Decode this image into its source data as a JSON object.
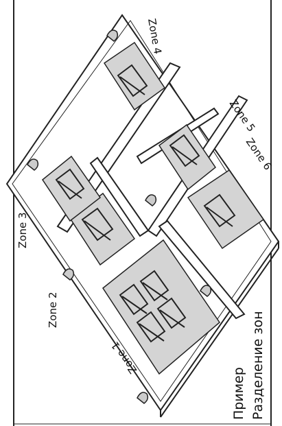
{
  "zones": [
    {
      "id": "zone1",
      "label": "Zone 1"
    },
    {
      "id": "zone2",
      "label": "Zone 2"
    },
    {
      "id": "zone3",
      "label": "Zone 3"
    },
    {
      "id": "zone4",
      "label": "Zone 4"
    },
    {
      "id": "zone5",
      "label": "Zone 5"
    },
    {
      "id": "zone6",
      "label": "Zone 6"
    }
  ],
  "caption": {
    "line1": "Пример",
    "line2": "Разделение зон"
  },
  "colors": {
    "line": "#222222",
    "fill_gray": "#d4d4d4",
    "background": "#ffffff"
  }
}
